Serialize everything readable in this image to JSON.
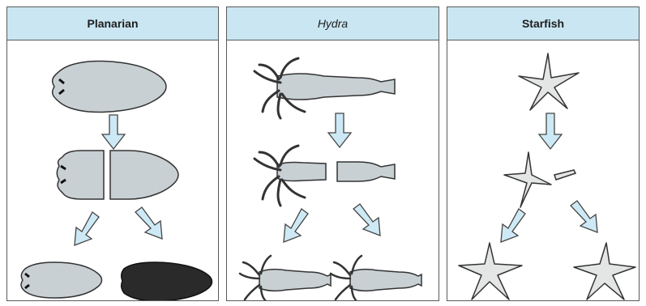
{
  "panels": [
    {
      "title": "Planarian",
      "icon": "planarian-regeneration-icon"
    },
    {
      "title": "Hydra",
      "icon": "hydra-regeneration-icon"
    },
    {
      "title": "Starfish",
      "icon": "starfish-regeneration-icon"
    }
  ],
  "colors": {
    "header": "#c9e6f2",
    "body": "#c8d0d4",
    "dark": "#2a2a2a",
    "arrow": "#cde9f5",
    "border": "#5a5a5a"
  }
}
